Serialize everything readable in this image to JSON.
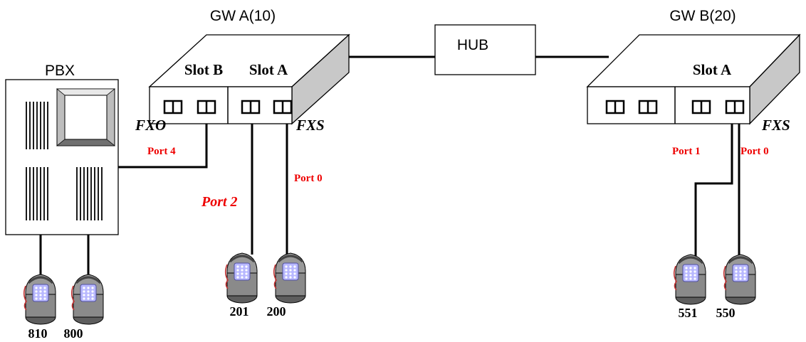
{
  "devices": {
    "pbx": {
      "label": "PBX"
    },
    "gw_a": {
      "label": "GW A(10)",
      "slot_b": "Slot B",
      "slot_a": "Slot A",
      "fxo": "FXO",
      "fxs": "FXS"
    },
    "hub": {
      "label": "HUB"
    },
    "gw_b": {
      "label": "GW B(20)",
      "slot_a": "Slot A",
      "fxs": "FXS"
    }
  },
  "ports": {
    "gw_a_port4": "Port 4",
    "gw_a_port2": "Port 2",
    "gw_a_port0": "Port 0",
    "gw_b_port1": "Port 1",
    "gw_b_port0": "Port 0"
  },
  "phones": {
    "pbx_left": "810",
    "pbx_right": "800",
    "gw_a_left": "201",
    "gw_a_right": "200",
    "gw_b_left": "551",
    "gw_b_right": "550"
  },
  "colors": {
    "port_label": "#ee0000",
    "device_top": "#ffffff",
    "device_side": "#c8c8c8",
    "phone_body": "#8a8a8a",
    "keypad": "#b8b8ff"
  }
}
